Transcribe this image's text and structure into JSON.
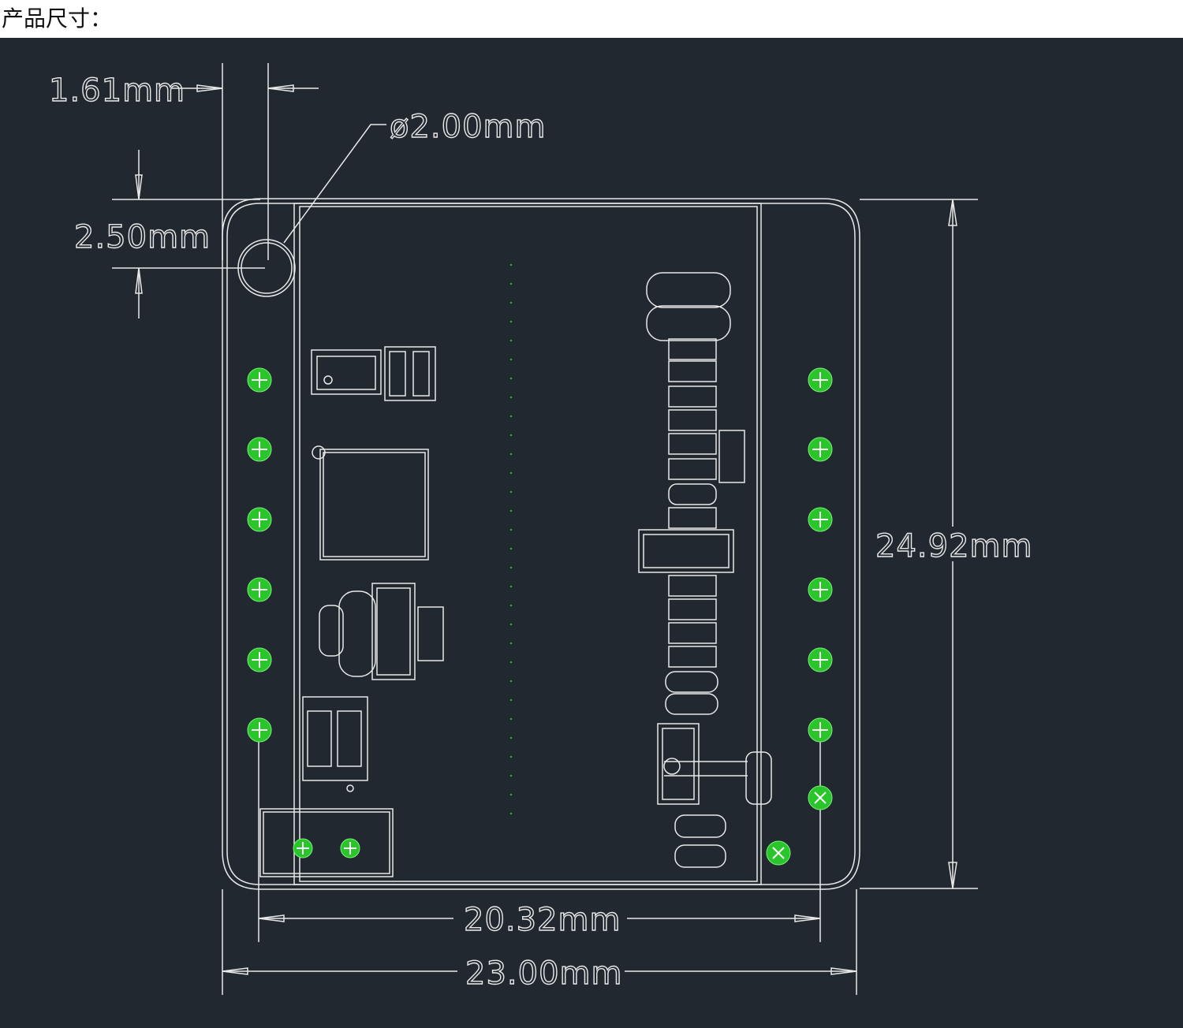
{
  "heading": "产品尺寸：",
  "drawing": {
    "background": "#212830",
    "line_color": "#e8e8e8",
    "pad_color": "#22c522",
    "dimensions": {
      "hole_offset": "1.61mm",
      "hole_diameter": "ø2.00mm",
      "hole_inset": "2.50mm",
      "board_height": "24.92mm",
      "pin_pitch_span": "20.32mm",
      "board_width": "23.00mm"
    }
  }
}
